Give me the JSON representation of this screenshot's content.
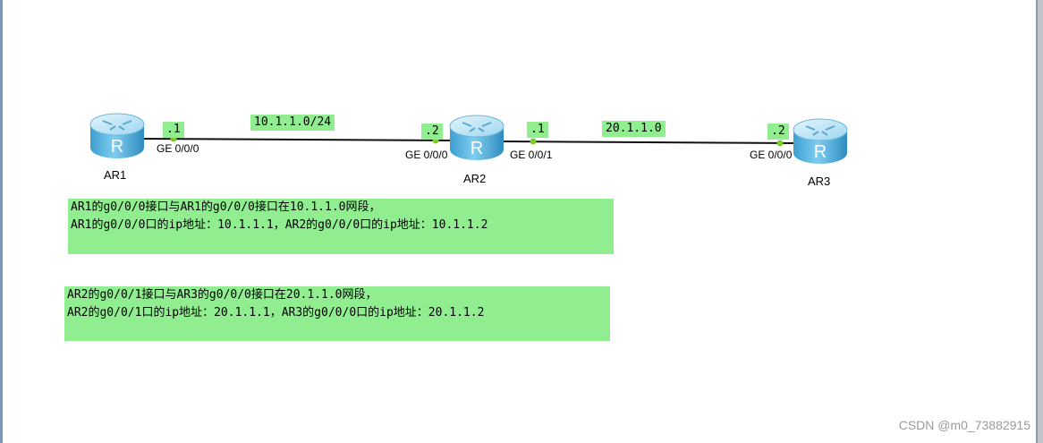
{
  "routers": [
    {
      "name": "AR1",
      "icon": "router-icon",
      "glyph": "R"
    },
    {
      "name": "AR2",
      "icon": "router-icon",
      "glyph": "R"
    },
    {
      "name": "AR3",
      "icon": "router-icon",
      "glyph": "R"
    }
  ],
  "links": [
    {
      "network": "10.1.1.0/24"
    },
    {
      "network": "20.1.1.0"
    }
  ],
  "ip_labels": [
    ".1",
    ".2",
    ".1",
    ".2"
  ],
  "interfaces": [
    "GE 0/0/0",
    "GE 0/0/0",
    "GE 0/0/1",
    "GE 0/0/0"
  ],
  "notes": [
    {
      "line1": "AR1的g0/0/0接口与AR1的g0/0/0接口在10.1.1.0网段，",
      "line2": "AR1的g0/0/0口的ip地址：10.1.1.1，AR2的g0/0/0口的ip地址：10.1.1.2"
    },
    {
      "line1": "AR2的g0/0/1接口与AR3的g0/0/0接口在20.1.1.0网段，",
      "line2": "AR2的g0/0/1口的ip地址：20.1.1.1，AR3的g0/0/0口的ip地址：20.1.1.2"
    }
  ],
  "watermark": "CSDN @m0_73882915",
  "colors": {
    "label_bg": "#90ee90",
    "port_dot": "#7ccd2a",
    "router_body": "#5ab8e0",
    "router_top": "#a8dcf2",
    "link": "#111111"
  }
}
